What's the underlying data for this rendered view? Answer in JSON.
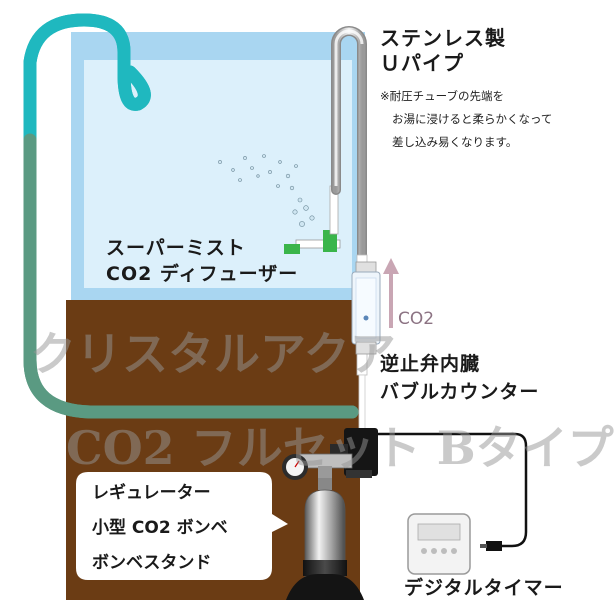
{
  "labels": {
    "pipe_title_1": "ステンレス製",
    "pipe_title_2": "Ｕパイプ",
    "note_1": "※耐圧チューブの先端を",
    "note_2": "お湯に浸けると柔らかくなって",
    "note_3": "差し込み易くなります。",
    "diffuser_1": "スーパーミスト",
    "diffuser_2": "CO2 ディフューザー",
    "co2_arrow": "CO2",
    "counter_1": "逆止弁内臓",
    "counter_2": "バブルカウンター",
    "timer": "デジタルタイマー",
    "callout_1": "レギュレーター",
    "callout_2": "小型 CO2 ボンベ",
    "callout_3": "ボンベスタンド"
  },
  "watermark": {
    "line_1": "クリスタルアクア",
    "line_2": "CO2 フルセット Bタイプ"
  },
  "colors": {
    "tube_teal": "#1fb8bf",
    "tube_green": "#4a9e7a",
    "water": "#d4ecf8",
    "glass": "#9fd0ef",
    "cabinet": "#6b3c14",
    "diffuser_green": "#3ab54a",
    "arrow": "#c9a6b4"
  }
}
